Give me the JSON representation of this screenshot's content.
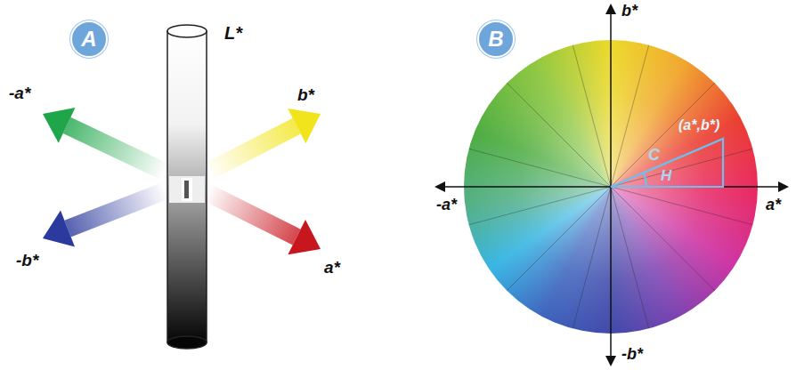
{
  "diagram": {
    "nodes": [
      {
        "text": [
          "A"
        ]
      },
      {
        "text": [
          "B"
        ]
      }
    ],
    "labels": [
      "L*",
      "-a*",
      "b*",
      "-b*",
      "a*",
      "b*",
      "-a*",
      "a*",
      "-b*",
      "(a*,b*)",
      "C",
      "H"
    ]
  }
}
